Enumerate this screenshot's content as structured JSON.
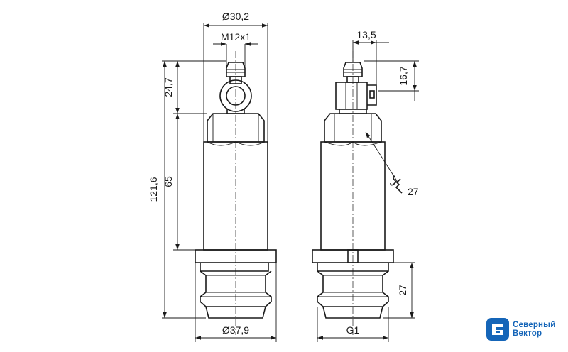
{
  "dimensions": {
    "front_overall_diameter": "Ø30,2",
    "front_thread": "M12x1",
    "front_total_length": "121,6",
    "front_connector_height": "24,7",
    "front_body_height": "65",
    "front_bottom_diameter": "Ø37,9",
    "side_connector_width": "13,5",
    "side_connector_height": "16,7",
    "side_wrench_size": "27",
    "side_thread_height": "27",
    "side_bottom_thread": "G1"
  },
  "logo": {
    "line1": "Северный",
    "line2": "Вектор",
    "color": "#1565b8"
  },
  "icons": {
    "wrench": "wrench-icon"
  }
}
